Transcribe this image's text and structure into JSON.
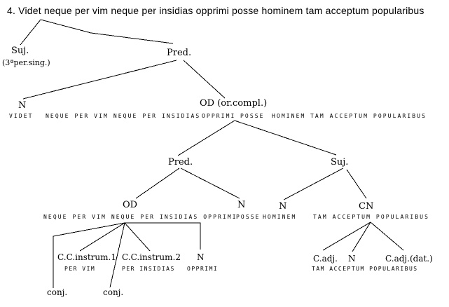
{
  "colors": {
    "ink": "#000000",
    "background": "#ffffff"
  },
  "title": "4. Videt neque per vim neque per insidias opprimi posse hominem tam acceptum popularibus",
  "nodes": {
    "suj_main": "Suj.",
    "suj_main_note": "(3ªper.sing.)",
    "pred_main": "Pred.",
    "n_videt": "N",
    "od_main": "OD (or.compl.)",
    "pred_sub": "Pred.",
    "suj_sub": "Suj.",
    "od_sub": "OD",
    "n_posse": "N",
    "n_hominem": "N",
    "cn": "CN",
    "cc_instrum_1": "C.C.instrum.1",
    "cc_instrum_2": "C.C.instrum.2",
    "n_opprimi": "N",
    "conj_1": "conj.",
    "conj_2": "conj.",
    "c_adj": "C.adj.",
    "n_acceptum": "N",
    "c_adj_dat": "C.adj.(dat.)"
  },
  "words": {
    "row1": {
      "videt": "VIDET",
      "neque_phrase": "NEQUE PER VIM NEQUE PER INSIDIAS",
      "opprimi": "OPPRIMI",
      "posse": "POSSE",
      "hominem": "HOMINEM",
      "tam_phrase": "TAM ACCEPTUM POPULARIBUS"
    },
    "row2": {
      "neque_phrase_opprimi": "NEQUE PER VIM NEQUE PER INSIDIAS OPPRIMI",
      "posse": "POSSE",
      "hominem": "HOMINEM",
      "tam_phrase": "TAM ACCEPTUM POPULARIBUS"
    },
    "row3": {
      "per_vim": "PER VIM",
      "per_insidias": "PER INSIDIAS",
      "opprimi": "OPPRIMI",
      "tam_phrase": "TAM ACCEPTUM POPULARIBUS"
    }
  }
}
